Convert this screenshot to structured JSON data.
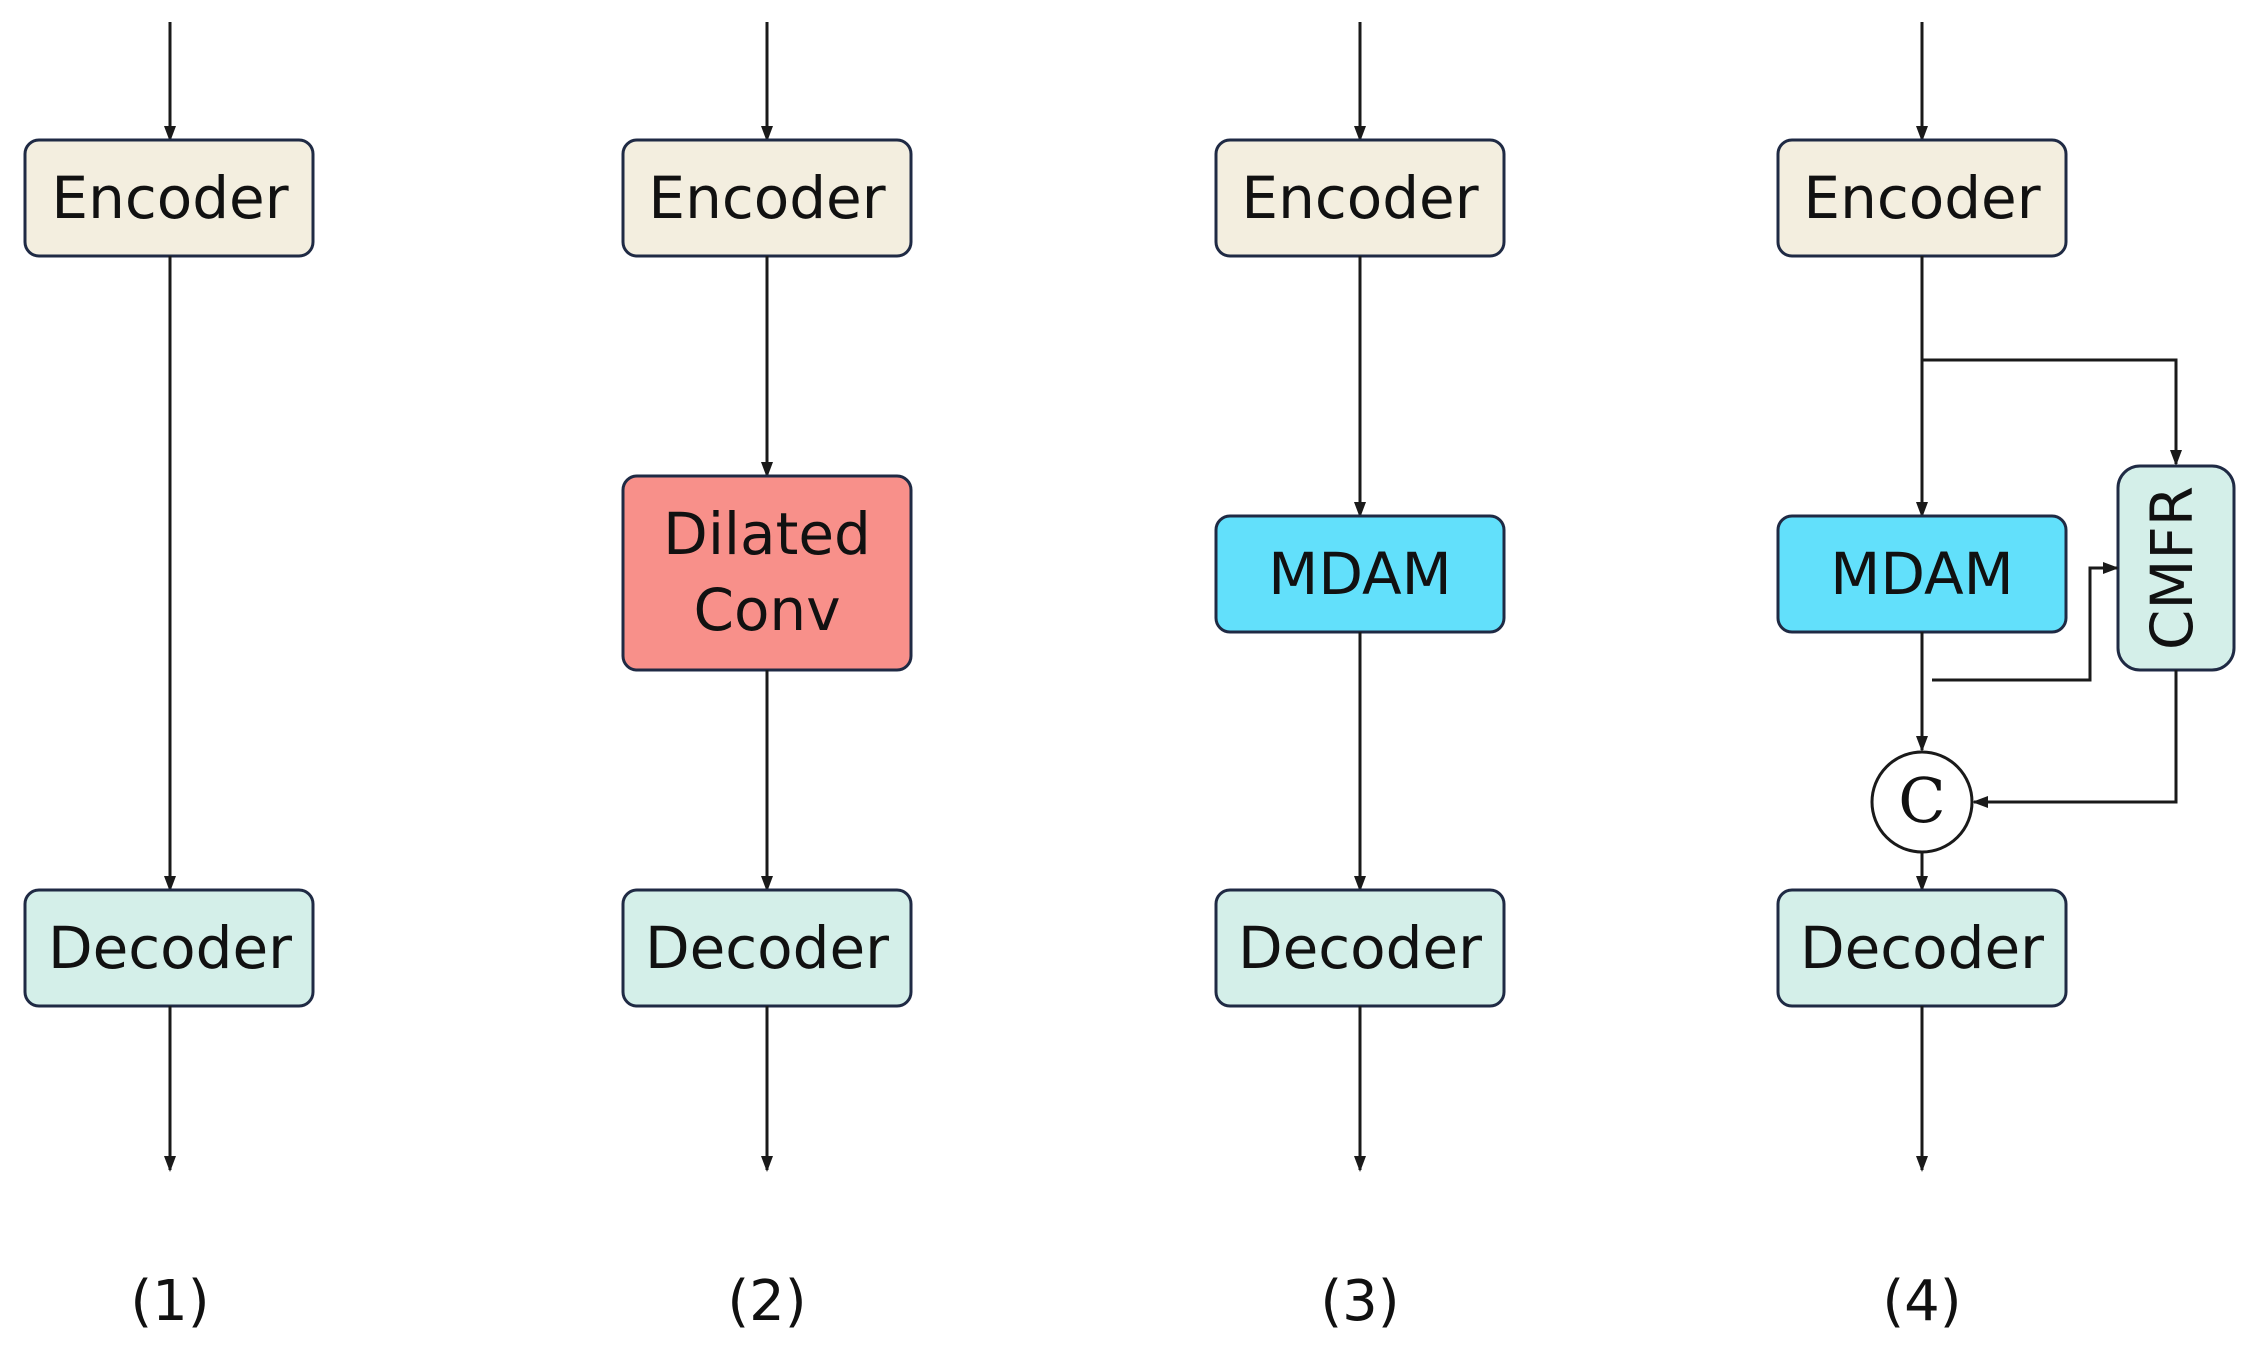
{
  "panels": [
    {
      "caption": "(1)",
      "blocks": {
        "encoder": "Encoder",
        "decoder": "Decoder"
      }
    },
    {
      "caption": "(2)",
      "blocks": {
        "encoder": "Encoder",
        "middle_line1": "Dilated",
        "middle_line2": "Conv",
        "decoder": "Decoder"
      }
    },
    {
      "caption": "(3)",
      "blocks": {
        "encoder": "Encoder",
        "middle": "MDAM",
        "decoder": "Decoder"
      }
    },
    {
      "caption": "(4)",
      "blocks": {
        "encoder": "Encoder",
        "middle": "MDAM",
        "side": "CMFR",
        "concat": "C",
        "decoder": "Decoder"
      }
    }
  ],
  "colors": {
    "encoder_fill": "#f3eedf",
    "decoder_fill": "#d4efe9",
    "dilated_conv_fill": "#f8908a",
    "mdam_fill": "#62e0fb",
    "cmfr_fill": "#d4efe9",
    "border": "#1f2a44"
  }
}
